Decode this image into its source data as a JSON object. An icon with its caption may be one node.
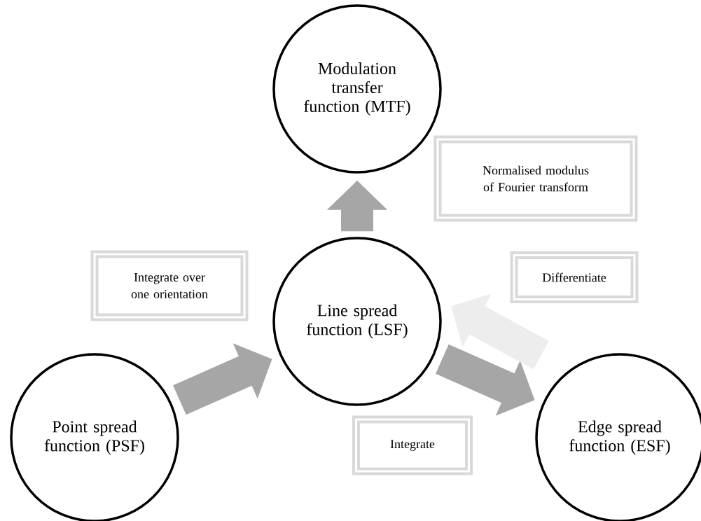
{
  "diagram": {
    "nodes": [
      {
        "text": [
          "Modulation transfer function  (MTF)"
        ]
      },
      {
        "text": [
          "Normalised modulus of Fourier transform"
        ]
      },
      {
        "text": [
          "Differentiate"
        ]
      },
      {
        "text": [
          "Integrate over one orientation"
        ]
      },
      {
        "text": [
          "Line spread function (LSF)"
        ]
      },
      {
        "text": [
          "Point spread function (PSF)"
        ]
      },
      {
        "text": [
          "Integrate"
        ]
      },
      {
        "text": [
          "Edge spread function (ESF)"
        ]
      }
    ],
    "edges": [
      {
        "from": 4,
        "to": 0,
        "arrow": "to"
      },
      {
        "from": 5,
        "to": 4,
        "arrow": "to"
      },
      {
        "from": 4,
        "to": 7,
        "arrow": "to"
      },
      {
        "from": 7,
        "to": 4,
        "arrow": "to",
        "color": "#ededed"
      }
    ]
  }
}
